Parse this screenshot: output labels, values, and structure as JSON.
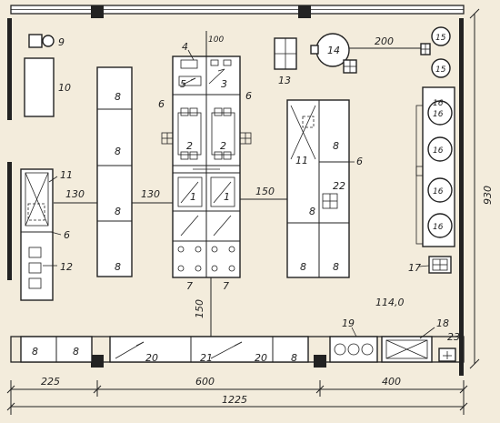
{
  "equipment_labels": {
    "l1a": "1",
    "l1b": "1",
    "l2": "2",
    "l2b": "2",
    "l3": "3",
    "l4": "4",
    "l5": "5",
    "l6a": "6",
    "l6b": "6",
    "l6c": "6",
    "l6d": "6",
    "l7a": "7",
    "l7b": "7",
    "l8a": "8",
    "l8b": "8",
    "l8c": "8",
    "l8d": "8",
    "l8e": "8",
    "l8f": "8",
    "l8g": "8",
    "l8h": "8",
    "l8i": "8",
    "l9": "9",
    "l10": "10",
    "l11a": "11",
    "l11b": "11",
    "l12": "12",
    "l13": "13",
    "l14": "14",
    "l15a": "15",
    "l15b": "15",
    "l16a": "16",
    "l16b": "16",
    "l16c": "16",
    "l16d": "16",
    "l16e": "16",
    "l17": "17",
    "l18": "18",
    "l19": "19",
    "l20a": "20",
    "l20b": "20",
    "l21": "21",
    "l22": "22",
    "l23": "23"
  },
  "dimensions": {
    "d100": "100",
    "d200": "200",
    "d130a": "130",
    "d130b": "130",
    "d150a": "150",
    "d150b": "150",
    "d930": "930",
    "d225": "225",
    "d600": "600",
    "d400": "400",
    "d1225": "1225"
  },
  "area_label": "114,0"
}
